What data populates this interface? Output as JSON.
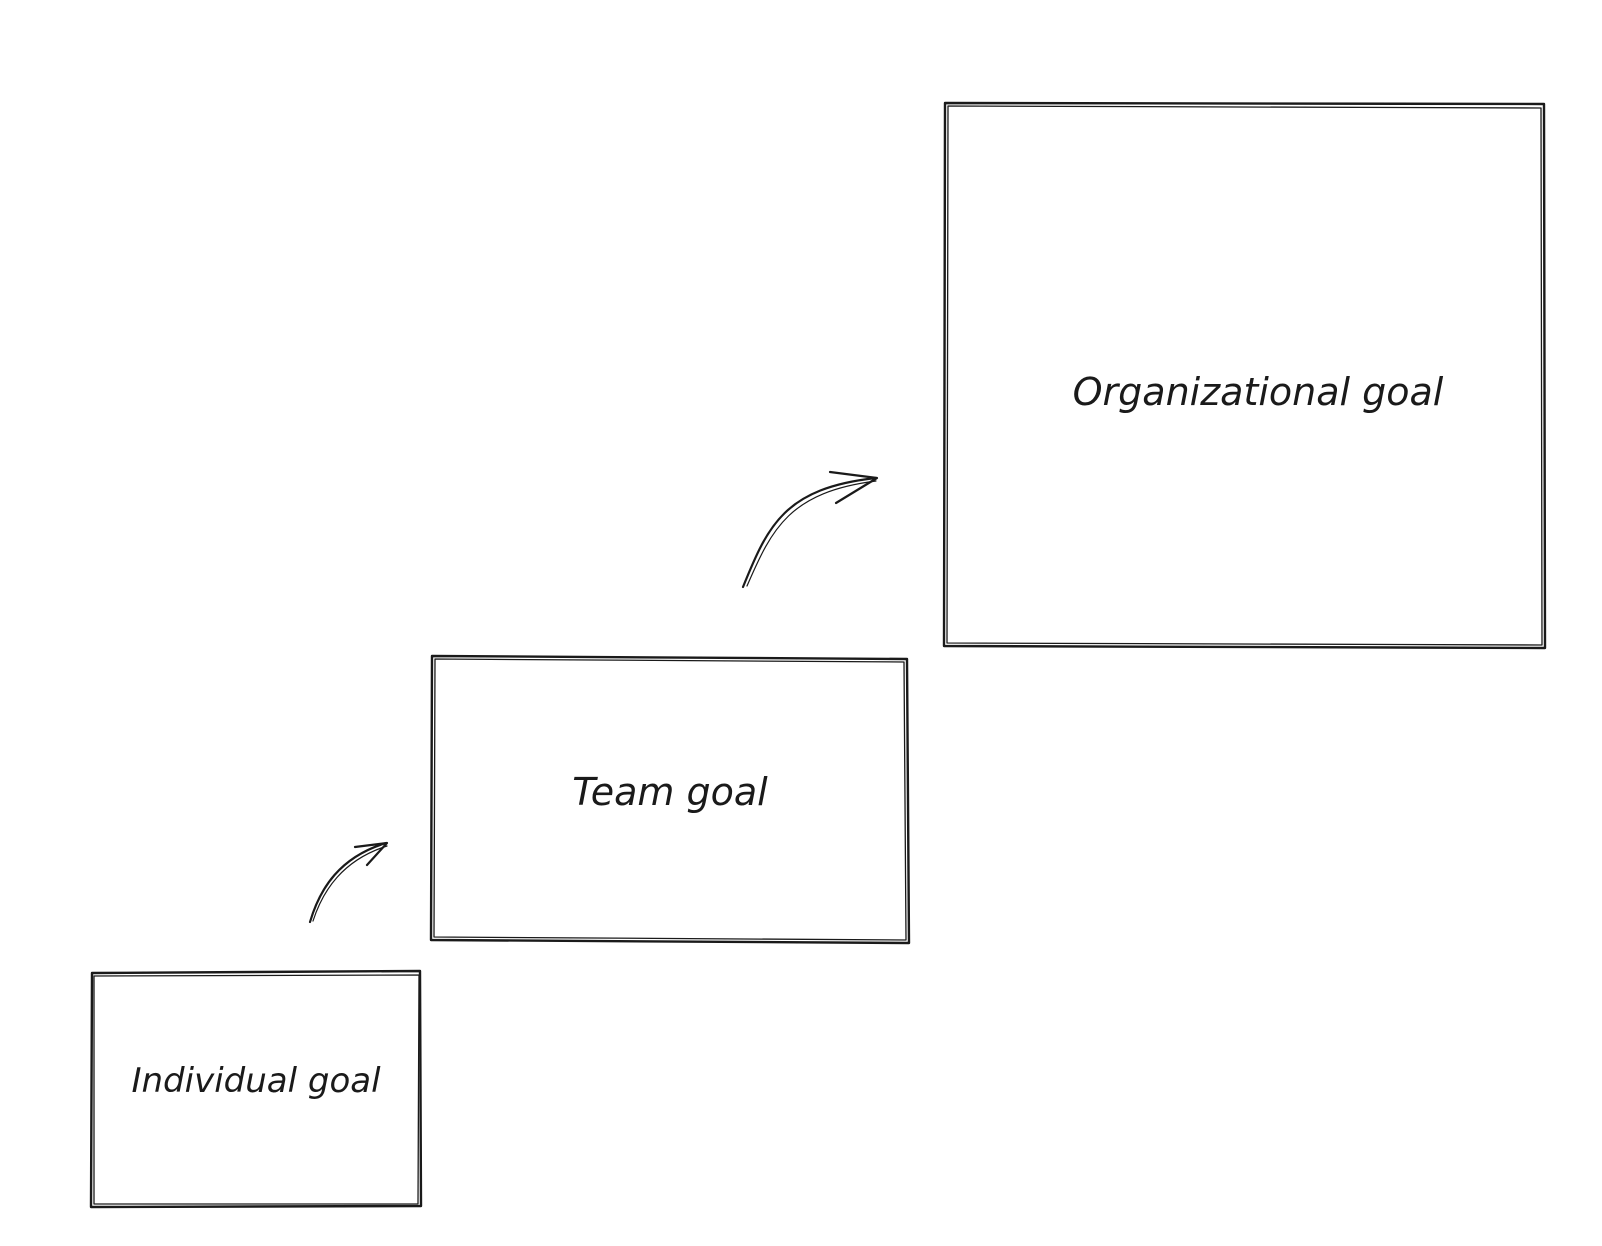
{
  "colors": {
    "ink": "#1a1a1a",
    "background": "#ffffff"
  },
  "boxes": {
    "individual": {
      "label": "Individual goal"
    },
    "team": {
      "label": "Team goal"
    },
    "organizational": {
      "label": "Organizational goal"
    }
  },
  "connectors": [
    {
      "from": "individual",
      "to": "team"
    },
    {
      "from": "team",
      "to": "organizational"
    }
  ]
}
